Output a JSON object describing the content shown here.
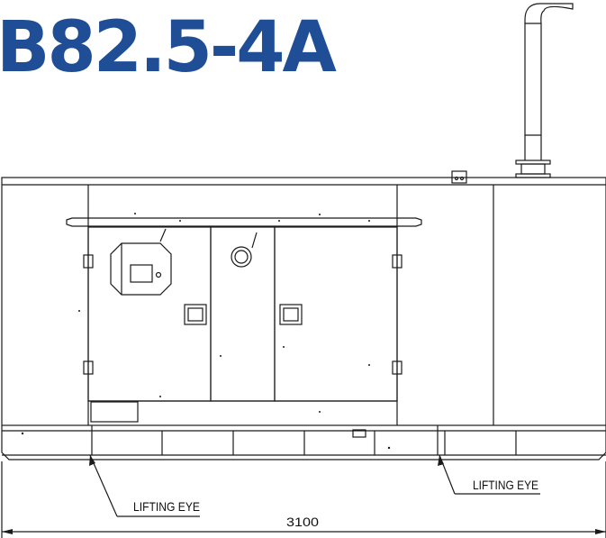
{
  "title": "B82.5-4A",
  "labels": {
    "lifting_eye_left": "LIFTING EYE",
    "lifting_eye_right": "LIFTING EYE"
  },
  "dimension": {
    "length": "3100"
  },
  "colors": {
    "title": "#1f4e96",
    "line": "#1a1a1a"
  }
}
